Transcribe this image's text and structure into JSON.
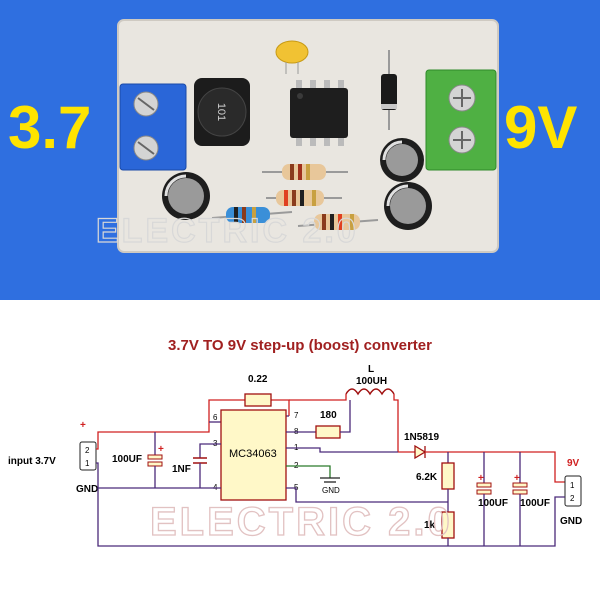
{
  "photo": {
    "input_voltage_label": "3.7",
    "output_voltage_label": "9V",
    "watermark": "ELECTRIC 2.0",
    "inductor_marking": "101",
    "colors": {
      "background": "#2f6fe0",
      "label": "#ffe400",
      "board": "#e9e6e0"
    }
  },
  "schematic": {
    "title": "3.7V TO 9V step-up (boost) converter",
    "watermark": "ELECTRIC 2.0",
    "input_label": "input 3.7V",
    "input_gnd": "GND",
    "input_plus": "+",
    "input_pin1": "1",
    "input_pin2": "2",
    "output_label": "9V",
    "output_gnd": "GND",
    "output_pin1": "1",
    "output_pin2": "2",
    "chip": "MC34063",
    "chip_pins": [
      "6",
      "7",
      "3",
      "8",
      "1",
      "4",
      "5",
      "2"
    ],
    "r_sense": "0.22",
    "inductor_name": "L",
    "inductor_value": "100UH",
    "r_drive": "180",
    "diode": "1N5819",
    "cap_in": "100UF",
    "cap_timing": "1NF",
    "r_top": "6.2K",
    "r_bottom": "1k",
    "cap_out1": "100UF",
    "cap_out2": "100UF",
    "gnd_symbol": "GND",
    "cap_plus": "+"
  }
}
